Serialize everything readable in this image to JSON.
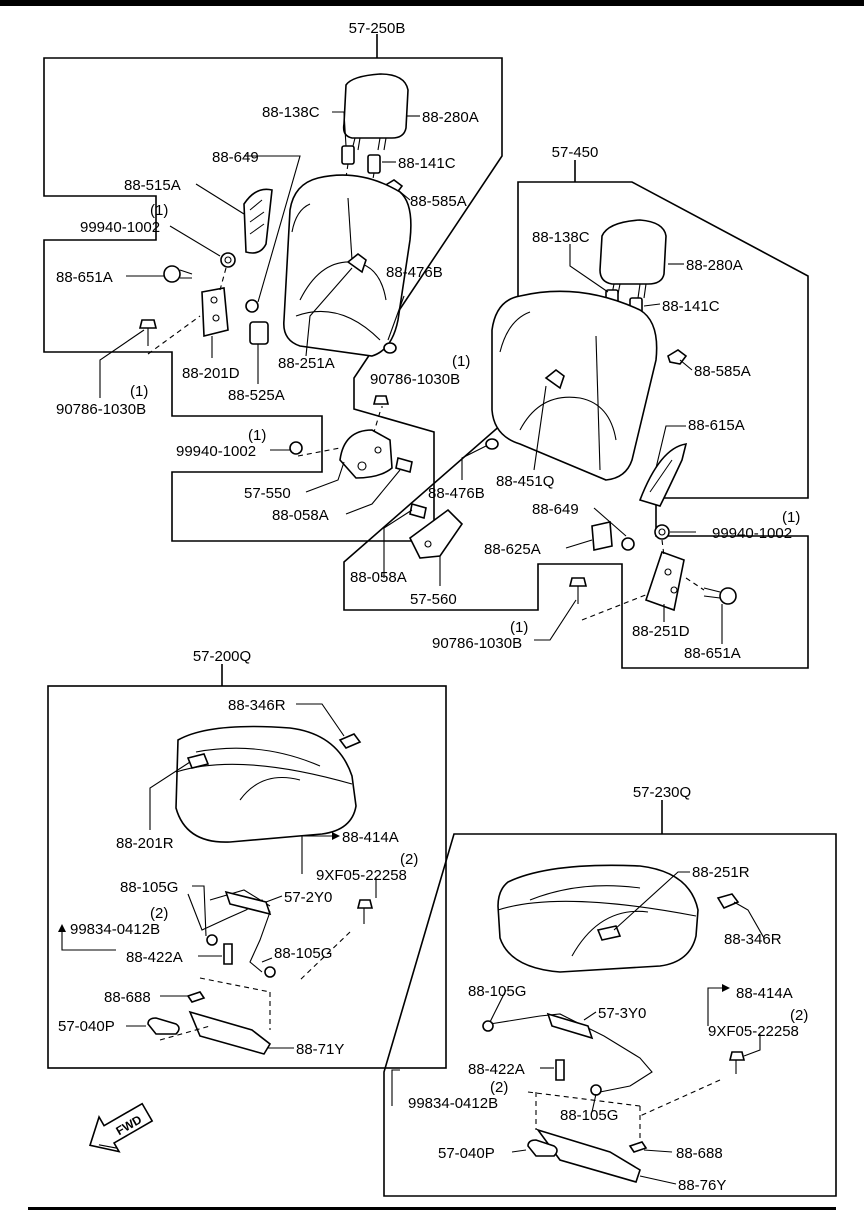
{
  "groups": {
    "g1": "57-250B",
    "g2": "57-450",
    "g3": "57-200Q",
    "g4": "57-230Q"
  },
  "labels": {
    "l01": "88-138C",
    "l02": "88-280A",
    "l03": "88-649",
    "l04": "88-141C",
    "l05": "88-515A",
    "l06": "88-585A",
    "l07": "(1)",
    "l08": "99940-1002",
    "l09": "88-476B",
    "l10": "88-651A",
    "l11": "88-251A",
    "l12": "88-201D",
    "l13": "88-525A",
    "l14": "(1)",
    "l15": "90786-1030B",
    "l16": "(1)",
    "l17": "90786-1030B",
    "l18": "(1)",
    "l19": "99940-1002",
    "l20": "57-550",
    "l21": "88-058A",
    "l22": "88-058A",
    "l23": "57-560",
    "l24": "88-138C",
    "l25": "88-280A",
    "l26": "88-141C",
    "l27": "88-585A",
    "l28": "88-615A",
    "l29": "88-476B",
    "l30": "88-451Q",
    "l31": "88-649",
    "l32": "(1)",
    "l33": "99940-1002",
    "l34": "88-625A",
    "l35": "(1)",
    "l36": "90786-1030B",
    "l37": "88-251D",
    "l38": "88-651A",
    "l39": "88-346R",
    "l40": "88-201R",
    "l41": "88-414A",
    "l42": "(2)",
    "l43": "9XF05-22258",
    "l44": "88-105G",
    "l45": "57-2Y0",
    "l46": "(2)",
    "l47": "99834-0412B",
    "l48": "88-422A",
    "l49": "88-105G",
    "l50": "88-688",
    "l51": "57-040P",
    "l52": "88-71Y",
    "l53": "88-251R",
    "l54": "88-346R",
    "l55": "88-105G",
    "l56": "88-414A",
    "l57": "57-3Y0",
    "l58": "(2)",
    "l59": "9XF05-22258",
    "l60": "88-422A",
    "l61": "(2)",
    "l62": "99834-0412B",
    "l63": "88-105G",
    "l64": "57-040P",
    "l65": "88-688",
    "l66": "88-76Y",
    "fwd": "FWD"
  }
}
